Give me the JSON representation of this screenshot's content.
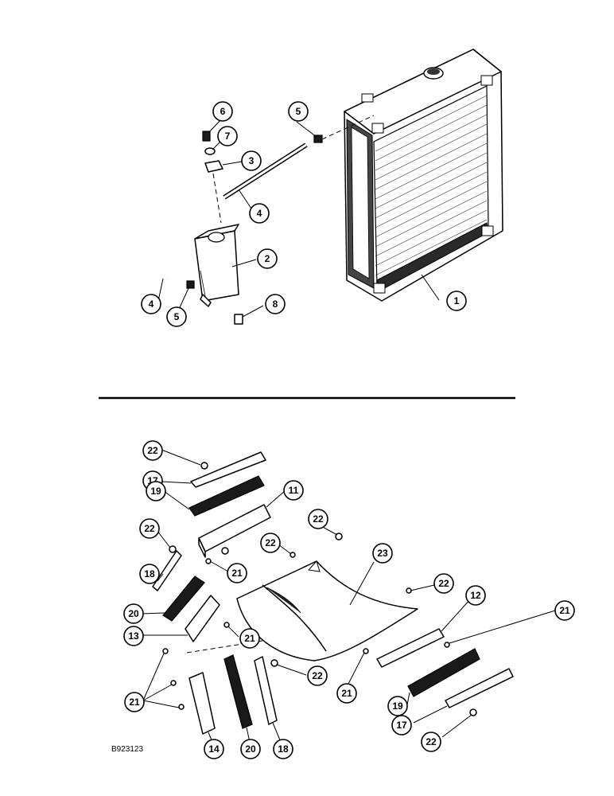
{
  "figure_code": "B923123",
  "top_callouts": [
    "1",
    "2",
    "3",
    "4",
    "4",
    "5",
    "5",
    "6",
    "7",
    "8"
  ],
  "bottom_callouts": [
    "22",
    "17",
    "19",
    "11",
    "22",
    "22",
    "22",
    "18",
    "21",
    "23",
    "22",
    "20",
    "12",
    "21",
    "13",
    "21",
    "21",
    "22",
    "21",
    "19",
    "17",
    "22",
    "14",
    "20",
    "18"
  ],
  "icons": {
    "radiator": "radiator-icon",
    "reservoir": "coolant-reservoir-icon",
    "shroud": "fan-shroud-icon"
  }
}
